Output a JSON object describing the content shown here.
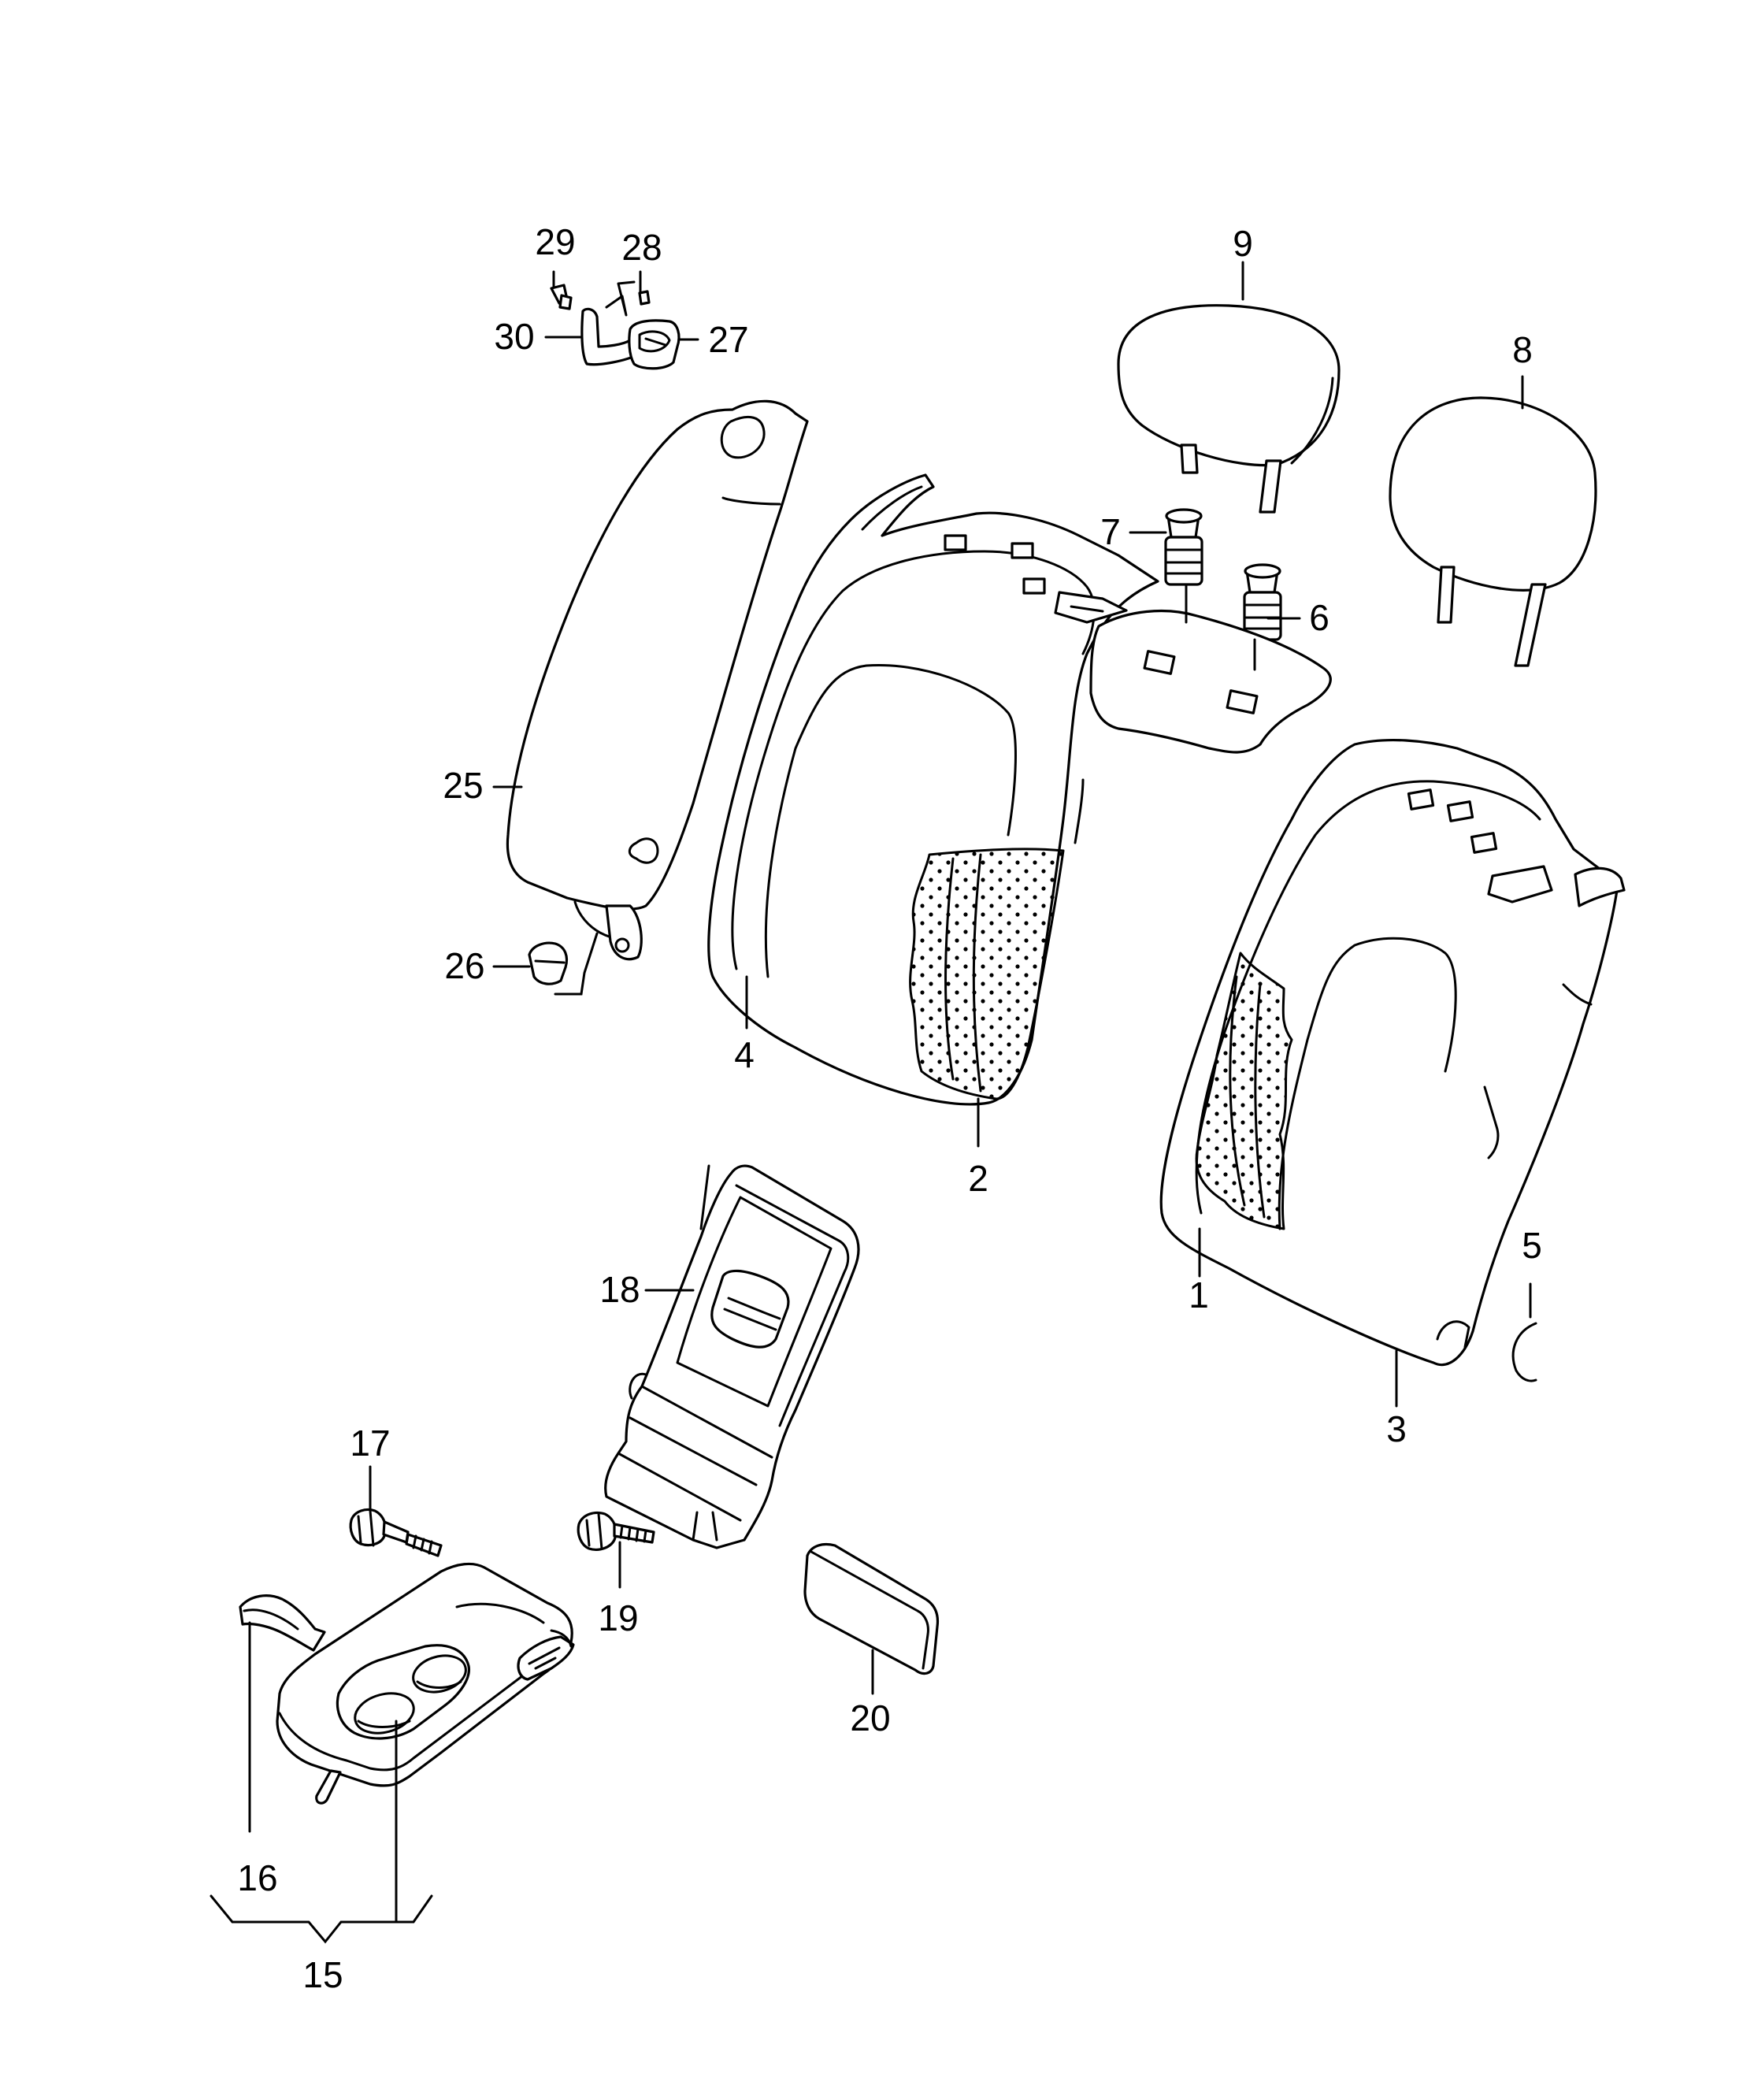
{
  "colors": {
    "line": "#000000",
    "background": "#ffffff"
  },
  "callouts": {
    "c1": "1",
    "c2": "2",
    "c3": "3",
    "c4": "4",
    "c5": "5",
    "c6": "6",
    "c7": "7",
    "c8": "8",
    "c9": "9",
    "c15": "15",
    "c16": "16",
    "c17": "17",
    "c18": "18",
    "c19": "19",
    "c20": "20",
    "c25": "25",
    "c26": "26",
    "c27": "27",
    "c28": "28",
    "c29": "29",
    "c30": "30"
  }
}
